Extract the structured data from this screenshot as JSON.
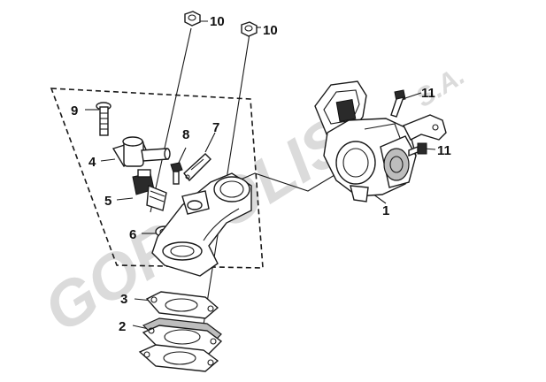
{
  "watermark": {
    "brand": "GORGOLIS",
    "suffix": "S.A."
  },
  "callouts": [
    {
      "id": "c1",
      "label": "1"
    },
    {
      "id": "c2",
      "label": "2"
    },
    {
      "id": "c3",
      "label": "3"
    },
    {
      "id": "c4",
      "label": "4"
    },
    {
      "id": "c5",
      "label": "5"
    },
    {
      "id": "c6",
      "label": "6"
    },
    {
      "id": "c7",
      "label": "7"
    },
    {
      "id": "c8",
      "label": "8"
    },
    {
      "id": "c9",
      "label": "9"
    },
    {
      "id": "c10a",
      "label": "10"
    },
    {
      "id": "c10b",
      "label": "10"
    },
    {
      "id": "c11a",
      "label": "11"
    },
    {
      "id": "c11b",
      "label": "11"
    }
  ]
}
